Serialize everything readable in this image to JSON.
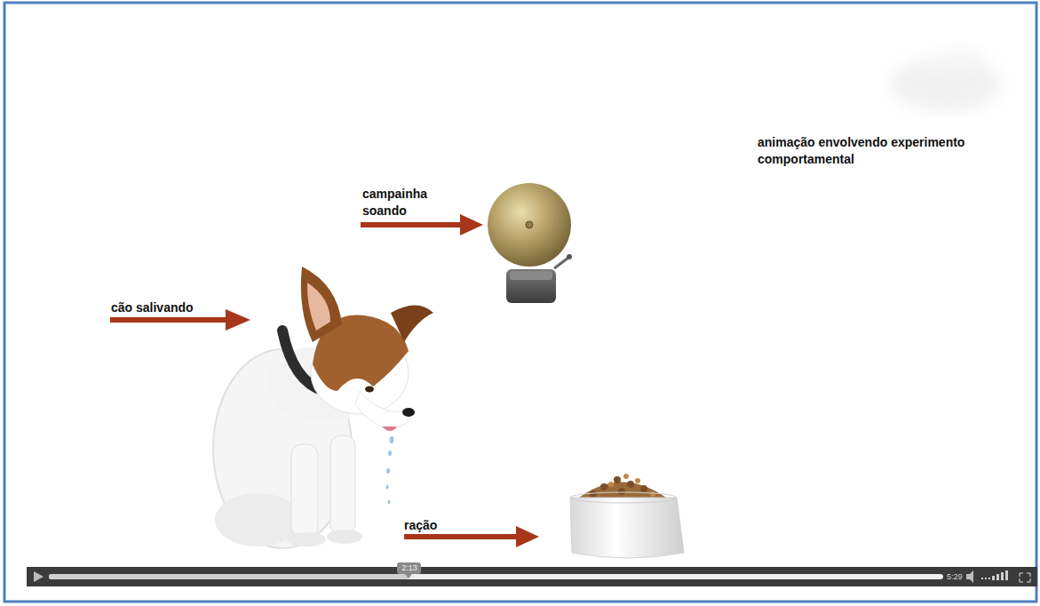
{
  "diagram": {
    "labels": [
      "animação envolvendo experimento comportamental",
      "campainha soando",
      "cão salivando",
      "ração",
      "2:13",
      "5:29"
    ]
  }
}
